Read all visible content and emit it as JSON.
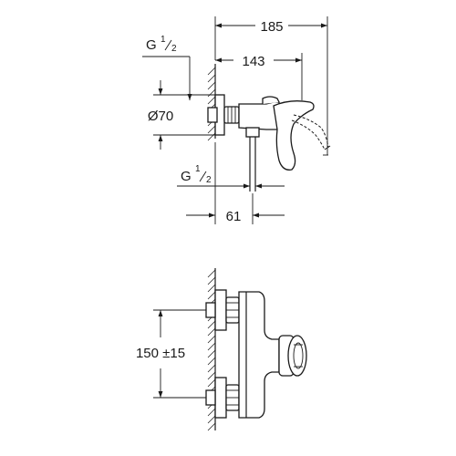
{
  "top_view": {
    "dim_185": "185",
    "dim_143": "143",
    "dim_70": "Ø70",
    "dim_61": "61",
    "thread_top": {
      "base": "G",
      "num": "1",
      "den": "2"
    },
    "thread_bottom": {
      "base": "G",
      "num": "1",
      "den": "2"
    }
  },
  "side_view": {
    "dim_150": "150 ±15"
  }
}
